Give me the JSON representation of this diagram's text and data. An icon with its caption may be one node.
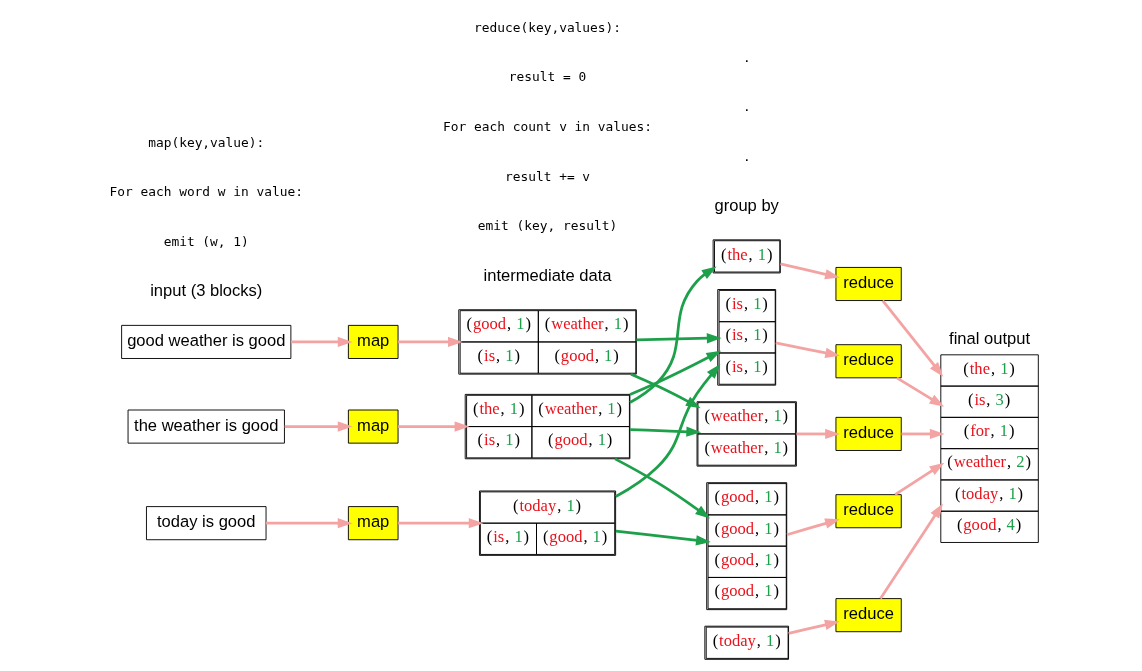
{
  "diagram": {
    "nodes": [
      {
        "text": [
          "the weather is good"
        ]
      },
      {
        "text": [
          "today is good"
        ]
      },
      {
        "text": [
          "good weather is good"
        ]
      },
      {
        "text": [
          "map"
        ]
      },
      {
        "text": [
          "map"
        ]
      },
      {
        "text": [
          "map"
        ]
      },
      {
        "text": [
          "(the, 1)",
          "(weather, 1)",
          "(is, 1)",
          "(good, 1)"
        ]
      },
      {
        "text": [
          "(today, 1)",
          "(is, 1)",
          "(good, 1)"
        ]
      },
      {
        "text": [
          "(good, 1)",
          "(weather, 1)",
          "(is, 1)",
          "(good, 1)"
        ]
      },
      {
        "text": [
          "(the, 1)"
        ]
      },
      {
        "text": [
          "(is, 1)",
          "(is, 1)",
          "(is, 1)"
        ]
      },
      {
        "text": [
          "(weather, 1)",
          "(weather, 1)"
        ]
      },
      {
        "text": [
          "(today, 1)"
        ]
      },
      {
        "text": [
          "(good, 1)",
          "(good, 1)",
          "(good, 1)",
          "(good, 1)"
        ]
      },
      {
        "text": [
          "reduce"
        ]
      },
      {
        "text": [
          "reduce"
        ]
      },
      {
        "text": [
          "reduce"
        ]
      },
      {
        "text": [
          "reduce"
        ]
      },
      {
        "text": [
          "reduce"
        ]
      },
      {
        "text": [
          "final output",
          "(the, 1)",
          "(is, 3)",
          "(for, 1)",
          "(weather, 2)",
          "(today, 1)",
          "(good, 4)"
        ]
      }
    ],
    "edges": [
      {
        "from": 0,
        "to": 3,
        "arrow": "to"
      },
      {
        "from": 1,
        "to": 4,
        "arrow": "to"
      },
      {
        "from": 2,
        "to": 5,
        "arrow": "to"
      },
      {
        "from": 3,
        "to": 6,
        "arrow": "to"
      },
      {
        "from": 4,
        "to": 7,
        "arrow": "to"
      },
      {
        "from": 5,
        "to": 8,
        "arrow": "to"
      },
      {
        "from": 6,
        "to": 9,
        "arrow": "to",
        "color": "#1ea04b"
      },
      {
        "from": 6,
        "to": 10,
        "arrow": "to",
        "color": "#1ea04b"
      },
      {
        "from": 6,
        "to": 11,
        "arrow": "to",
        "color": "#1ea04b"
      },
      {
        "from": 6,
        "to": 13,
        "arrow": "to",
        "color": "#1ea04b"
      },
      {
        "from": 7,
        "to": 10,
        "arrow": "to",
        "color": "#1ea04b"
      },
      {
        "from": 7,
        "to": 13,
        "arrow": "to",
        "color": "#1ea04b"
      },
      {
        "from": 8,
        "to": 10,
        "arrow": "to",
        "color": "#1ea04b"
      },
      {
        "from": 8,
        "to": 11,
        "arrow": "to",
        "color": "#1ea04b"
      },
      {
        "from": 9,
        "to": 14,
        "arrow": "to"
      },
      {
        "from": 10,
        "to": 15,
        "arrow": "to"
      },
      {
        "from": 11,
        "to": 16,
        "arrow": "to"
      },
      {
        "from": 12,
        "to": 17,
        "arrow": "to"
      },
      {
        "from": 13,
        "to": 18,
        "arrow": "to"
      },
      {
        "from": 14,
        "to": 19,
        "arrow": "to"
      },
      {
        "from": 15,
        "to": 19,
        "arrow": "to"
      },
      {
        "from": 16,
        "to": 19,
        "arrow": "to"
      },
      {
        "from": 17,
        "to": 19,
        "arrow": "to"
      },
      {
        "from": 18,
        "to": 19,
        "arrow": "to"
      }
    ],
    "labels": [
      "input (3 blocks)",
      "intermediate data",
      "group by",
      ".",
      ".",
      ".",
      "map(key,value):",
      "For each word w in value:",
      "emit (w, 1)",
      "reduce(key,values):",
      "result = 0",
      "For each count v in values:",
      "result += v",
      "emit (key, result)"
    ]
  }
}
